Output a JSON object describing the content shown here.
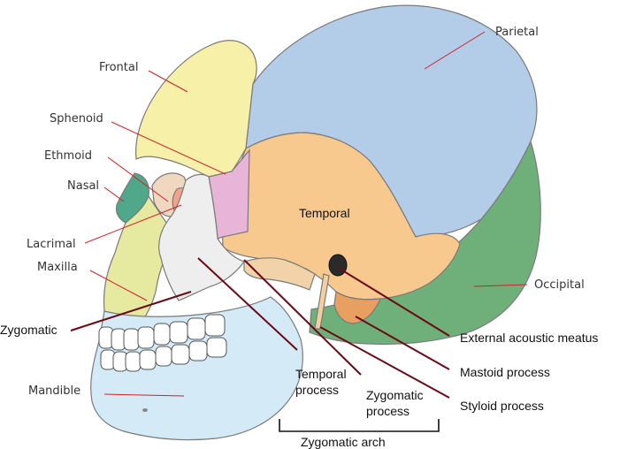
{
  "labels": {
    "parietal": "Parietal",
    "frontal": "Frontal",
    "sphenoid": "Sphenoid",
    "ethmoid": "Ethmoid",
    "nasal": "Nasal",
    "lacrimal": "Lacrimal",
    "maxilla": "Maxilla",
    "zygomatic": "Zygomatic",
    "mandible": "Mandible",
    "temporal": "Temporal",
    "occipital": "Occipital",
    "external_acoustic_meatus": "External acoustic meatus",
    "mastoid_process": "Mastoid process",
    "styloid_process": "Styloid process",
    "temporal_process_1": "Temporal",
    "temporal_process_2": "process",
    "zygomatic_process_1": "Zygomatic",
    "zygomatic_process_2": "process",
    "zygomatic_arch": "Zygomatic arch"
  },
  "colors": {
    "parietal": "#b3cde9",
    "frontal": "#f7f0a8",
    "sphenoid": "#e8b4d8",
    "temporal": "#f8c98e",
    "occipital": "#6fb07a",
    "maxilla": "#e6e9a0",
    "mandible": "#d4eaf7",
    "zygomatic": "#eeeeee",
    "nasal": "#4fa88a",
    "lacrimal": "#f4a28b",
    "leader_light": "#d1202a",
    "leader_dark": "#6b0a14"
  }
}
